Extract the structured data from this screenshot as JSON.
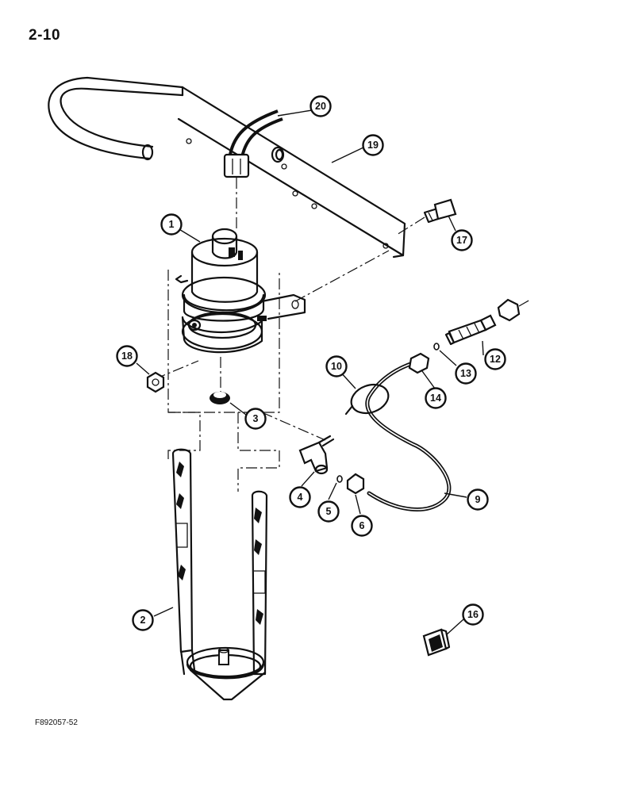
{
  "page_number": "2-10",
  "figure_code": "F892057-52",
  "callouts": {
    "c1": "1",
    "c2": "2",
    "c3": "3",
    "c4": "4",
    "c5": "5",
    "c6": "6",
    "c9": "9",
    "c10": "10",
    "c12": "12",
    "c13": "13",
    "c14": "14",
    "c16": "16",
    "c17": "17",
    "c18": "18",
    "c19": "19",
    "c20": "20"
  }
}
